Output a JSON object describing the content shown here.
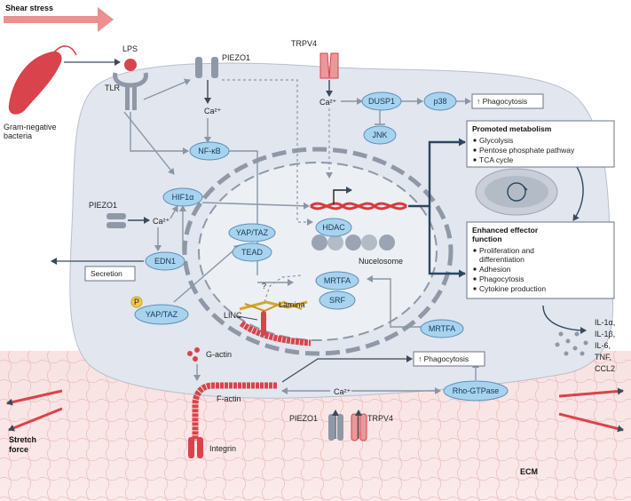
{
  "colors": {
    "node_fill": "#a8d3ee",
    "node_stroke": "#5a8fb8",
    "arrow": "#8a96a6",
    "strong_arrow": "#2b4660",
    "cell_fill": "#e2e6ee",
    "ecm": "#f6d7d7",
    "red": "#d9434b",
    "dna": "#d93a3a"
  },
  "labels": {
    "shear_stress": "Shear stress",
    "lps": "LPS",
    "tlr": "TLR",
    "gram_neg": [
      "Gram-negative",
      "bacteria"
    ],
    "piezo1_top": "PIEZO1",
    "trpv4_top": "TRPV4",
    "ca_top_left": "Ca²⁺",
    "ca_top_right": "Ca²⁺",
    "ca_mid": "Ca²⁺",
    "ca_bottom": "Ca²⁺",
    "piezo1_left": "PIEZO1",
    "piezo1_bottom": "PIEZO1",
    "trpv4_bottom": "TRPV4",
    "secretion": "Secretion",
    "nucleosome": "Nucelosome",
    "lamina": "Lamina",
    "linc": "LINC",
    "question": "?",
    "g_actin": "G-actin",
    "f_actin": "F-actin",
    "integrin": "Integrin",
    "stretch_force": [
      "Stretch",
      "force"
    ],
    "ecm": "ECM",
    "p_badge": "P"
  },
  "nodes": {
    "nfkb": "NF-κB",
    "hif1a": "HIF1α",
    "edn1": "EDN1",
    "yaptaz_nuc": "YAP/TAZ",
    "tead": "TEAD",
    "yaptaz_p": "YAP/TAZ",
    "dusp1": "DUSP1",
    "p38": "p38",
    "jnk": "JNK",
    "hdac": "HDAC",
    "mrtfa_nuc": "MRTFA",
    "srf": "SRF",
    "mrtfa_cyto": "MRTFA",
    "rho_gtpase": "Rho-GTPase"
  },
  "boxes": {
    "phagocytosis_top": "↑ Phagocytosis",
    "phagocytosis_bottom": "↑ Phagocytosis",
    "metabolism_title": "Promoted metabolism",
    "metabolism_items": [
      "Glycolysis",
      "Pentose phosphate pathway",
      "TCA cycle"
    ],
    "effector_title": [
      "Enhanced effector",
      "function"
    ],
    "effector_items": [
      [
        "Proliferation and",
        "differentiation"
      ],
      [
        "Adhesion"
      ],
      [
        "Phagocytosis"
      ],
      [
        "Cytokine production"
      ]
    ]
  },
  "cytokines": [
    "IL-1α,",
    "IL-1β,",
    "IL-6,",
    "TNF,",
    "CCL2"
  ]
}
